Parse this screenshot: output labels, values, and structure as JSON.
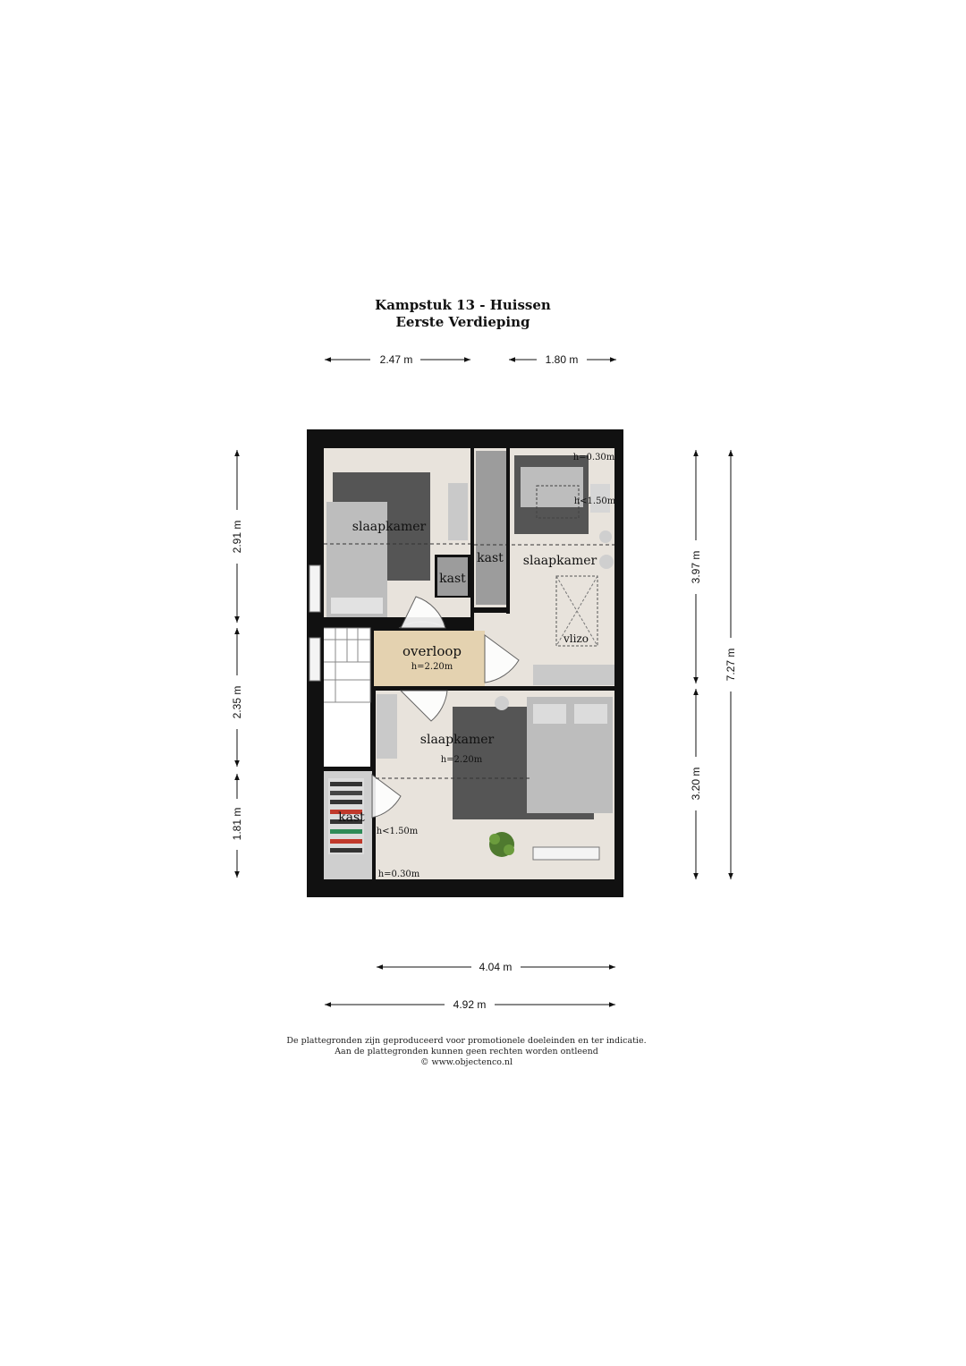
{
  "header": {
    "title": "Kampstuk 13 - Huissen",
    "subtitle": "Eerste Verdieping"
  },
  "dimensions": {
    "top_left": "2.47 m",
    "top_right": "1.80 m",
    "left_upper": "2.91 m",
    "left_middle": "2.35 m",
    "left_lower": "1.81 m",
    "right_upper": "3.97 m",
    "right_lower": "3.20 m",
    "right_total": "7.27 m",
    "bottom_inner": "4.04 m",
    "bottom_total": "4.92 m"
  },
  "rooms": {
    "bedroom_top_left": "slaapkamer",
    "closet_small": "kast",
    "closet_tall": "kast",
    "bedroom_top_right": "slaapkamer",
    "top_right_h1": "h=0.30m",
    "top_right_h2": "h<1.50m",
    "vlizo": "vlizo",
    "landing": "overloop",
    "landing_height": "h=2.20m",
    "bedroom_bottom": "slaapkamer",
    "bedroom_bottom_height": "h=2.20m",
    "closet_bottom": "kast",
    "bottom_h1": "h<1.50m",
    "bottom_h2": "h=0.30m"
  },
  "footer": {
    "line1": "De plattegronden zijn geproduceerd voor promotionele doeleinden en ter indicatie.",
    "line2": "Aan de plattegronden kunnen geen rechten worden ontleend",
    "line3": "© www.objectenco.nl"
  },
  "colors": {
    "wall": "#111111",
    "floor": "#e8e3dc",
    "landing_floor": "#e4d2b0",
    "rug": "#555555",
    "furniture": "#bdbdbd"
  }
}
